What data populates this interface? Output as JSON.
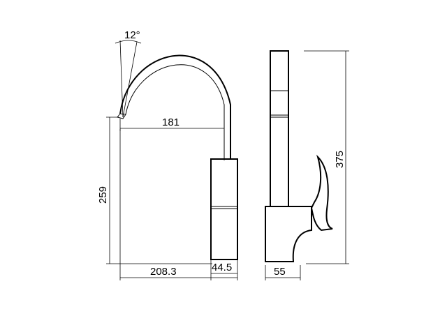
{
  "dimensions": {
    "angle": "12°",
    "spout_reach": "181",
    "spout_height": "259",
    "total_height": "375",
    "base_depth": "208.3",
    "body_diameter": "44.5",
    "side_width": "55"
  }
}
